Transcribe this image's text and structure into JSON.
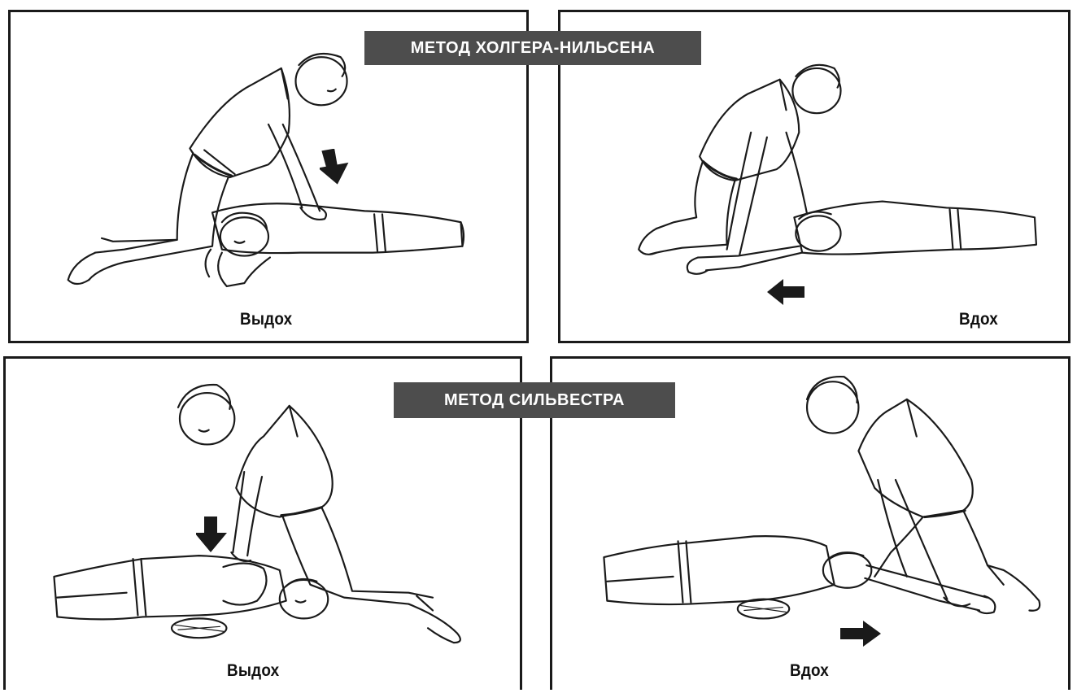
{
  "banners": {
    "top": "МЕТОД ХОЛГЕРА-НИЛЬСЕНА",
    "bottom": "МЕТОД СИЛЬВЕСТРА"
  },
  "panels": [
    {
      "caption": "Выдох",
      "arrow": "down"
    },
    {
      "caption": "Вдох",
      "arrow": "left"
    },
    {
      "caption": "Выдох",
      "arrow": "down"
    },
    {
      "caption": "Вдох",
      "arrow": "right"
    }
  ],
  "colors": {
    "banner_bg": "#4d4d4d",
    "line": "#1a1a1a",
    "paper": "#ffffff"
  }
}
